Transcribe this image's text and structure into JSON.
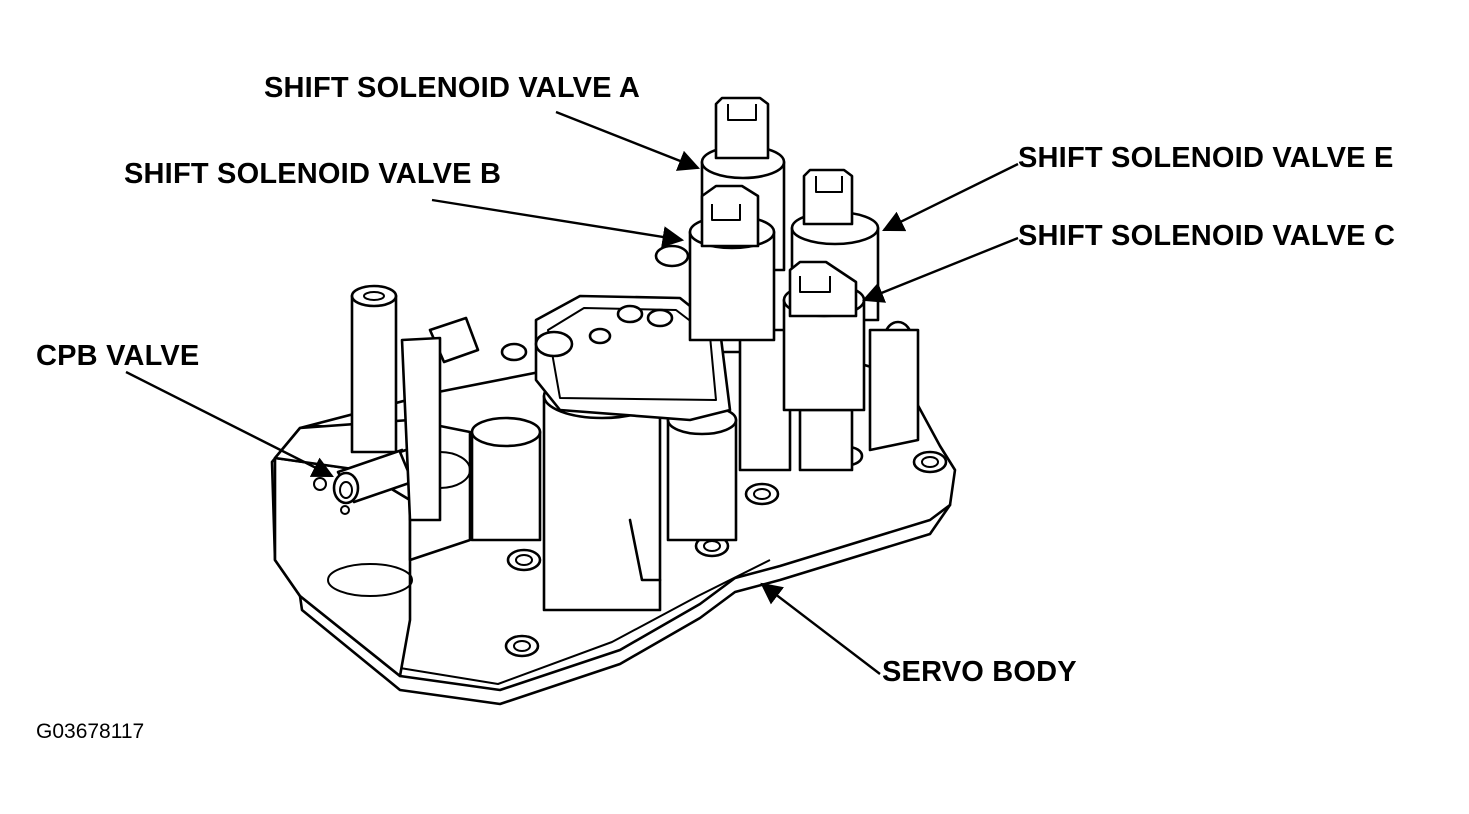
{
  "labels": {
    "solenoid_a": "SHIFT SOLENOID VALVE A",
    "solenoid_b": "SHIFT SOLENOID VALVE B",
    "solenoid_e": "SHIFT SOLENOID VALVE E",
    "solenoid_c": "SHIFT SOLENOID VALVE C",
    "cpb_valve": "CPB VALVE",
    "servo_body": "SERVO BODY"
  },
  "figure_id": "G03678117"
}
